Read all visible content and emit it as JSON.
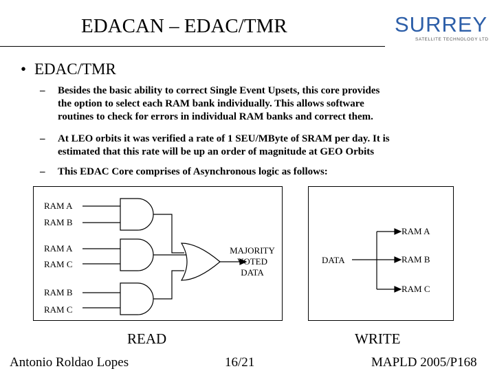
{
  "slide": {
    "title": "EDACAN – EDAC/TMR",
    "logo_text": "SURREY",
    "logo_subtext": "SATELLITE TECHNOLOGY LTD",
    "main_bullet": "EDAC/TMR",
    "bullet_glyph": "•",
    "sub_dash": "–",
    "sub_bullets": [
      {
        "lines": [
          "Besides the basic ability to correct Single Event Upsets, this core provides",
          "the option to select each RAM bank individually. This allows software",
          "routines to check for errors in individual RAM banks and correct them."
        ]
      },
      {
        "lines": [
          "At LEO orbits it was verified a rate of 1 SEU/MByte of SRAM per day. It is",
          "estimated that this rate will be up an order of magnitude at GEO Orbits"
        ]
      },
      {
        "lines": [
          "This EDAC Core comprises of Asynchronous logic as follows:"
        ]
      }
    ]
  },
  "read_diagram": {
    "caption": "READ",
    "gate1_inputs": [
      "RAM A",
      "RAM B"
    ],
    "gate2_inputs": [
      "RAM A",
      "RAM C"
    ],
    "gate3_inputs": [
      "RAM B",
      "RAM C"
    ],
    "output_label": [
      "MAJORITY",
      "VOTED",
      "DATA"
    ]
  },
  "write_diagram": {
    "caption": "WRITE",
    "input_label": "DATA",
    "outputs": [
      "RAM A",
      "RAM B",
      "RAM C"
    ]
  },
  "footer": {
    "author": "Antonio Roldao Lopes",
    "page": "16/21",
    "conference": "MAPLD 2005/P168"
  }
}
